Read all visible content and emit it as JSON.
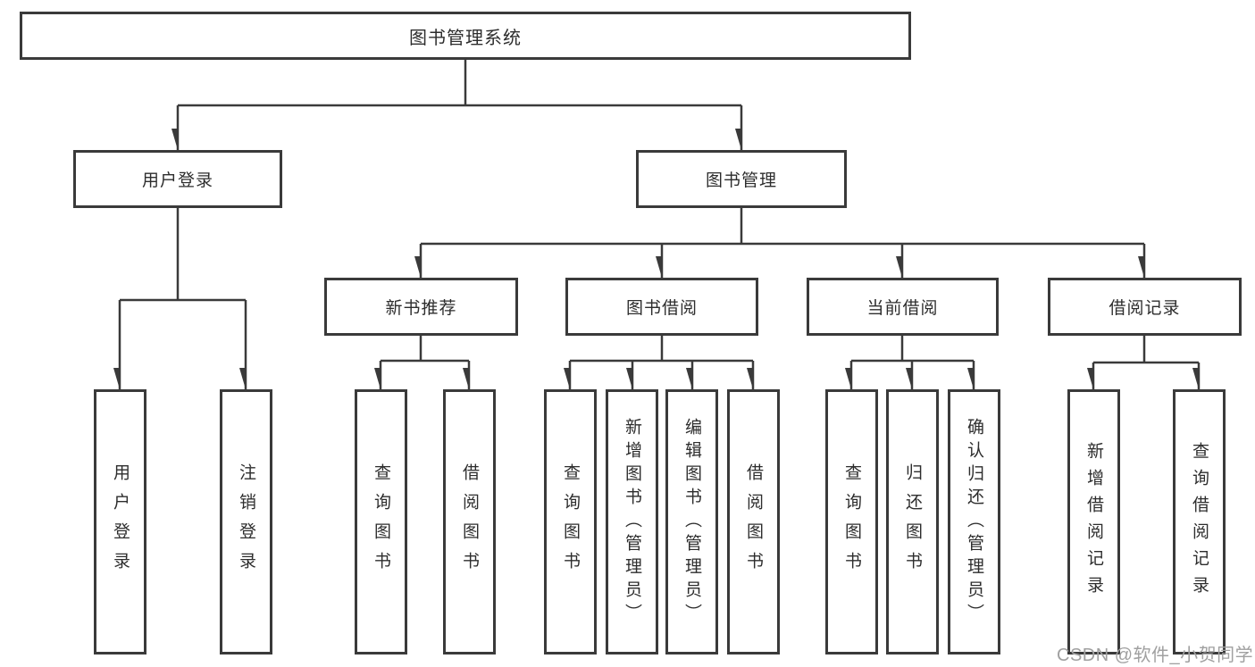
{
  "tree": {
    "root": "图书管理系统",
    "branches": {
      "user_login": {
        "label": "用户登录",
        "children": [
          "用户登录",
          "注销登录"
        ]
      },
      "book_management": {
        "label": "图书管理",
        "children": {
          "new_book_recommend": {
            "label": "新书推荐",
            "children": [
              "查询图书",
              "借阅图书"
            ]
          },
          "book_borrowing": {
            "label": "图书借阅",
            "children": [
              "查询图书",
              "新增图书（管理员）",
              "编辑图书（管理员）",
              "借阅图书"
            ]
          },
          "current_borrowing": {
            "label": "当前借阅",
            "children": [
              "查询图书",
              "归还图书",
              "确认归还（管理员）"
            ]
          },
          "borrowing_records": {
            "label": "借阅记录",
            "children": [
              "新增借阅记录",
              "查询借阅记录"
            ]
          }
        }
      }
    }
  },
  "watermark": "CSDN @软件_小贺同学",
  "colors": {
    "line": "#3a3a3a",
    "text": "#2d2d2d",
    "watermark": "#a0a0a0",
    "background": "#ffffff"
  }
}
